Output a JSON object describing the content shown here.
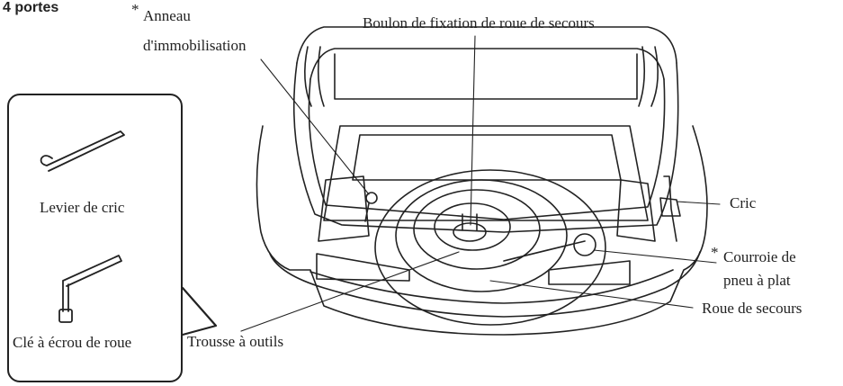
{
  "heading": "4 portes",
  "labels": {
    "ring_line1": "Anneau",
    "ring_line2": "d'immobilisation",
    "bolt": "Boulon de fixation de roue de secours",
    "jack": "Cric",
    "strap_line1": "Courroie de",
    "strap_line2": "pneu à plat",
    "spare_wheel": "Roue de secours",
    "toolkit": "Trousse à outils",
    "jack_lever": "Levier de cric",
    "lug_wrench": "Clé à écrou de roue"
  },
  "asterisk": "*",
  "colors": {
    "ink": "#222222",
    "background": "#ffffff"
  }
}
